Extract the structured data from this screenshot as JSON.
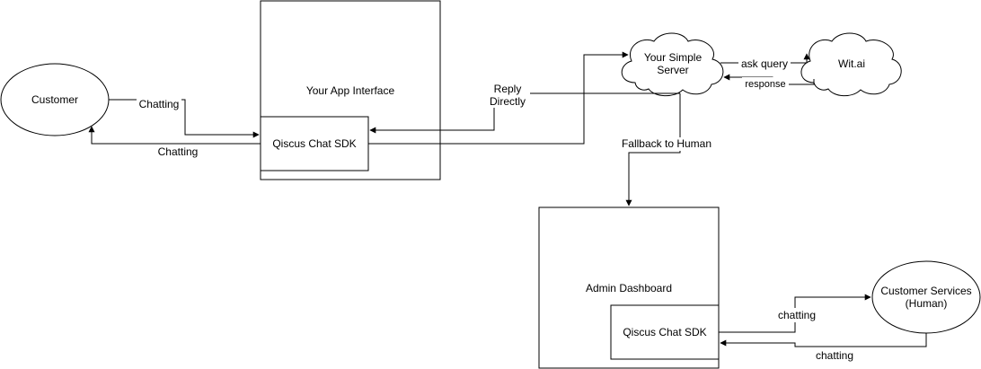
{
  "nodes": {
    "customer": "Customer",
    "app_interface": "Your App Interface",
    "sdk_app": "Qiscus Chat SDK",
    "server_line1": "Your Simple",
    "server_line2": "Server",
    "witai": "Wit.ai",
    "admin_dashboard": "Admin Dashboard",
    "sdk_admin": "Qiscus Chat SDK",
    "cs_line1": "Customer Services",
    "cs_line2": "(Human)"
  },
  "edges": {
    "customer_to_sdk": "Chatting",
    "sdk_to_customer": "Chatting",
    "reply_line1": "Reply",
    "reply_line2": "Directly",
    "ask_query": "ask query",
    "response": "response",
    "fallback": "Fallback to Human",
    "sdk_to_cs": "chatting",
    "cs_to_sdk": "chatting"
  }
}
